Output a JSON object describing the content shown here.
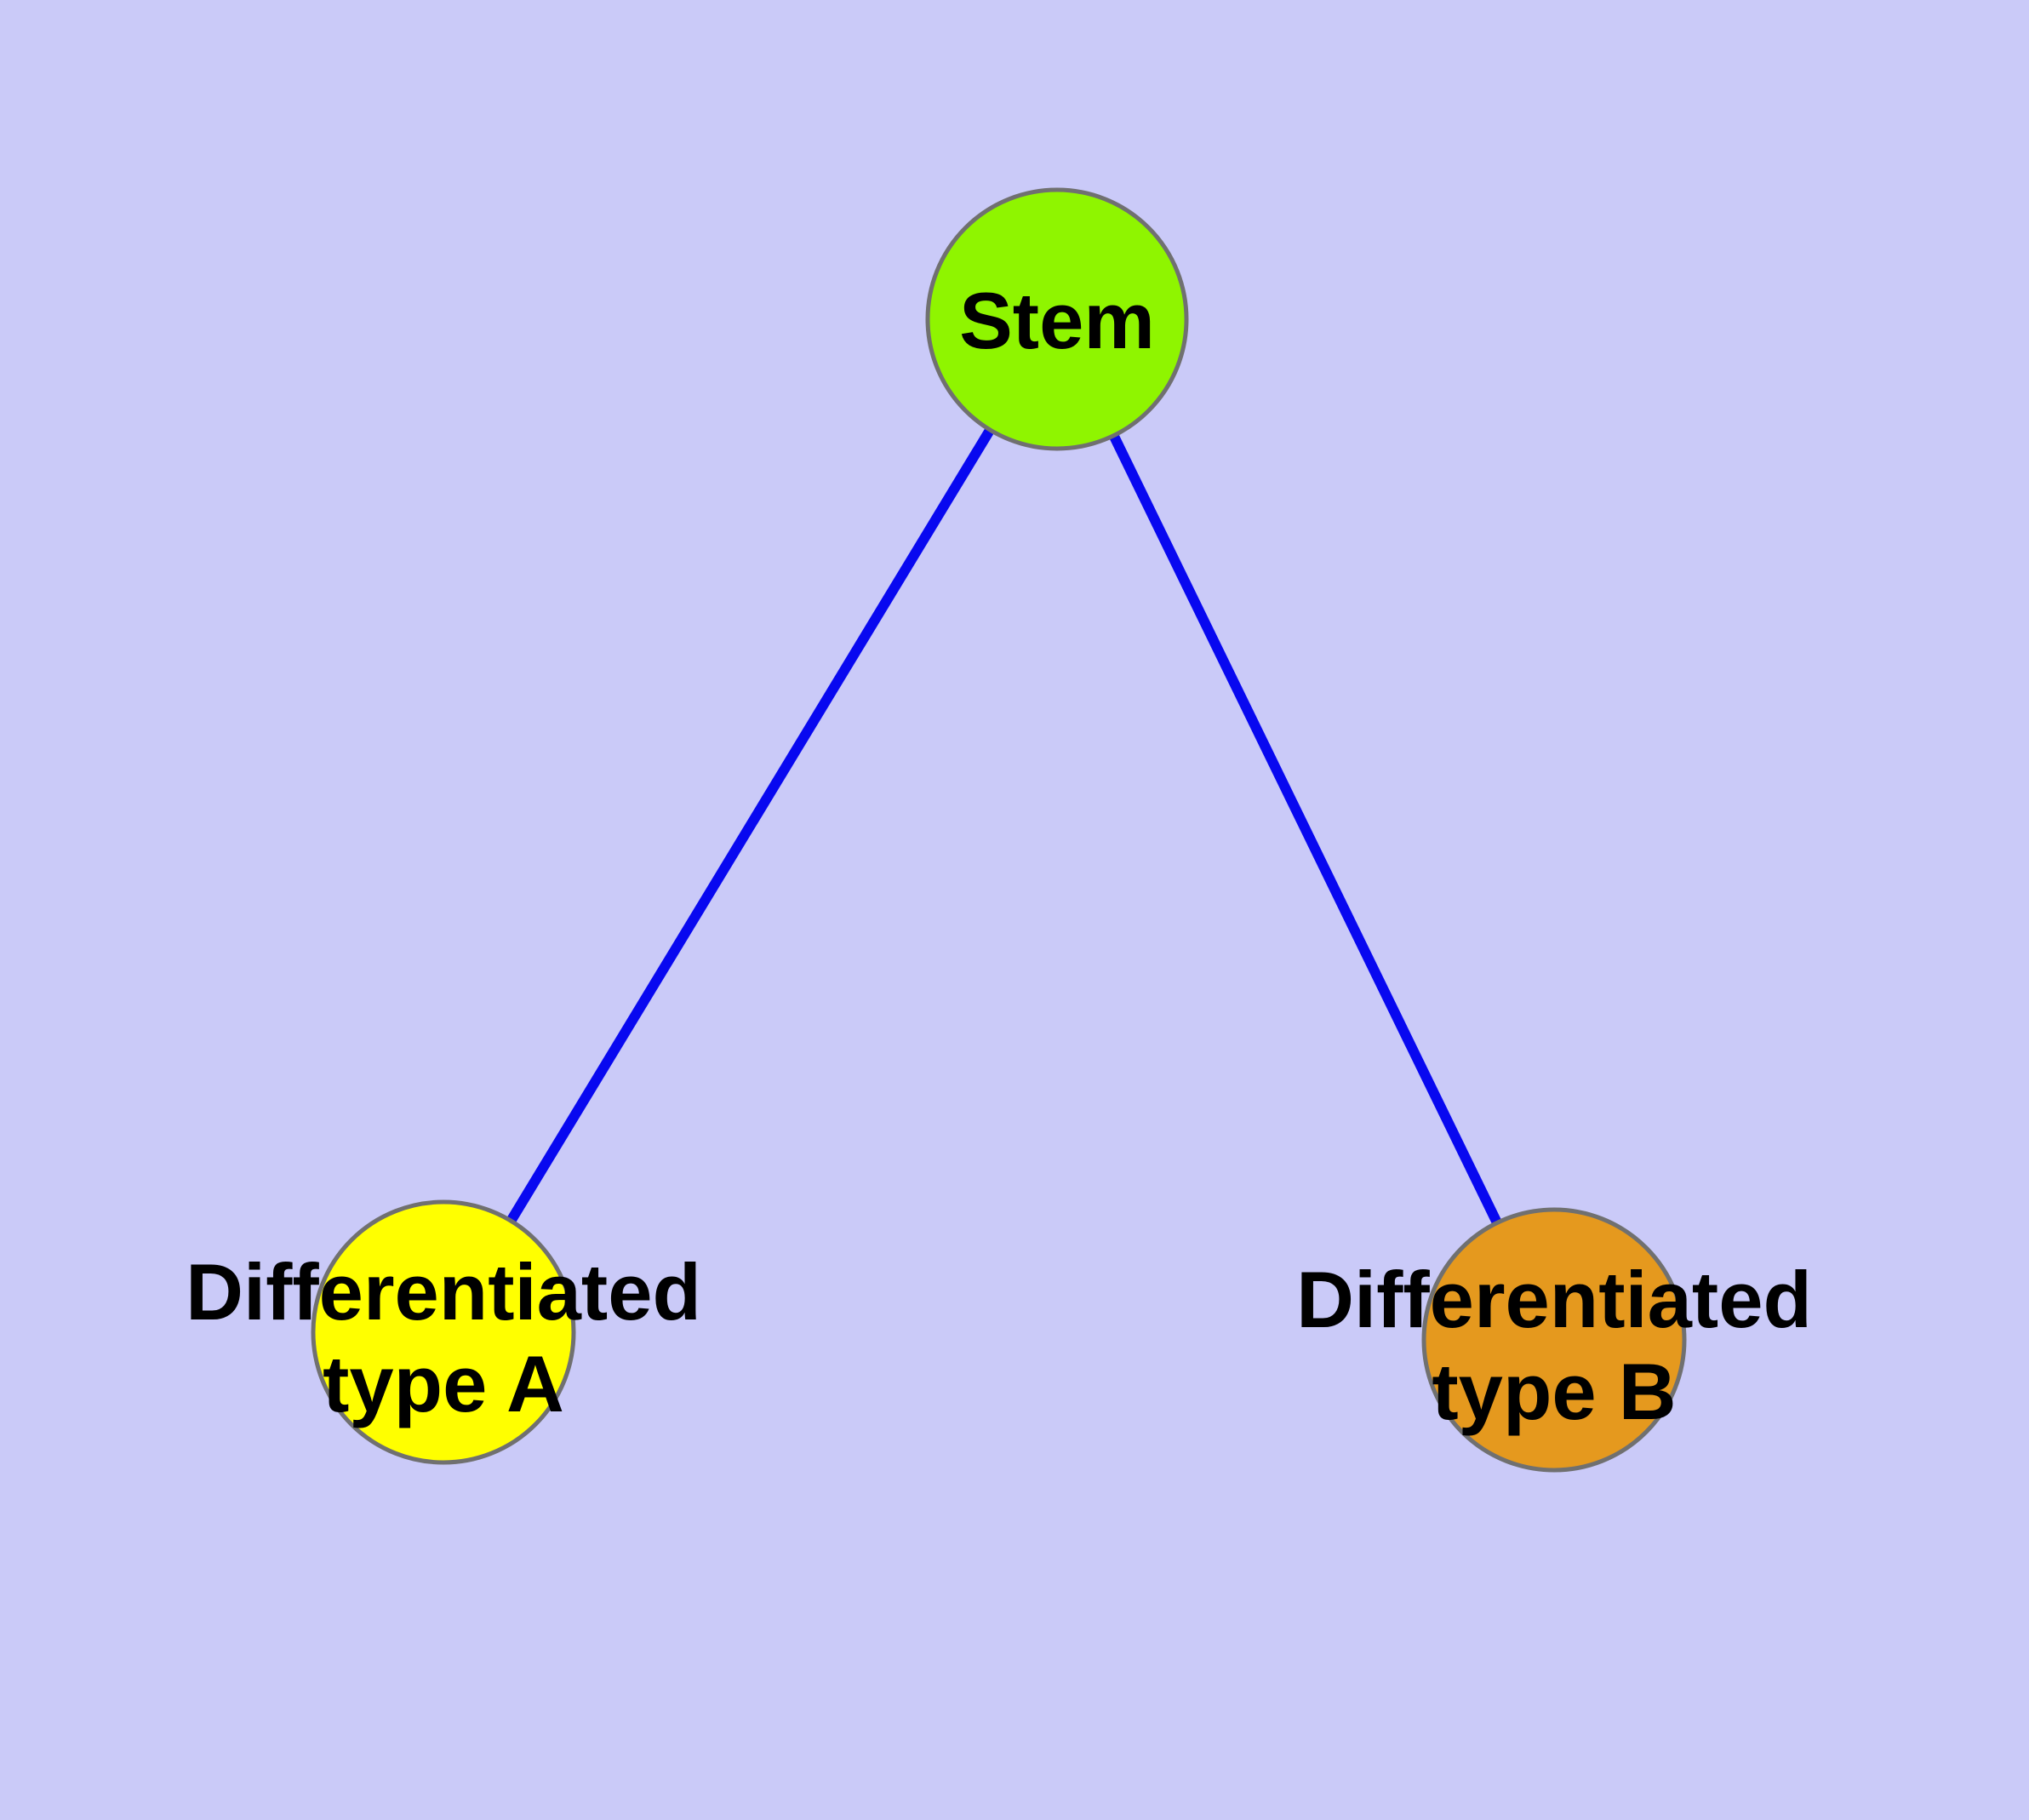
{
  "diagram": {
    "background_color": "#cacaf8",
    "edge_color": "#0808f0",
    "node_border_color": "#707070",
    "text_color": "#000000",
    "nodes": [
      {
        "id": "stem",
        "label": "Stem",
        "fill": "#8ff500"
      },
      {
        "id": "differentiated-type-a",
        "label_line1": "Differentiated",
        "label_line2": "type A",
        "fill": "#ffff00"
      },
      {
        "id": "differentiated-type-b",
        "label_line1": "Differentiated",
        "label_line2": "type B",
        "fill": "#e5991e"
      }
    ],
    "edges": [
      {
        "from": "stem",
        "to": "differentiated-type-a"
      },
      {
        "from": "stem",
        "to": "differentiated-type-b"
      }
    ]
  }
}
